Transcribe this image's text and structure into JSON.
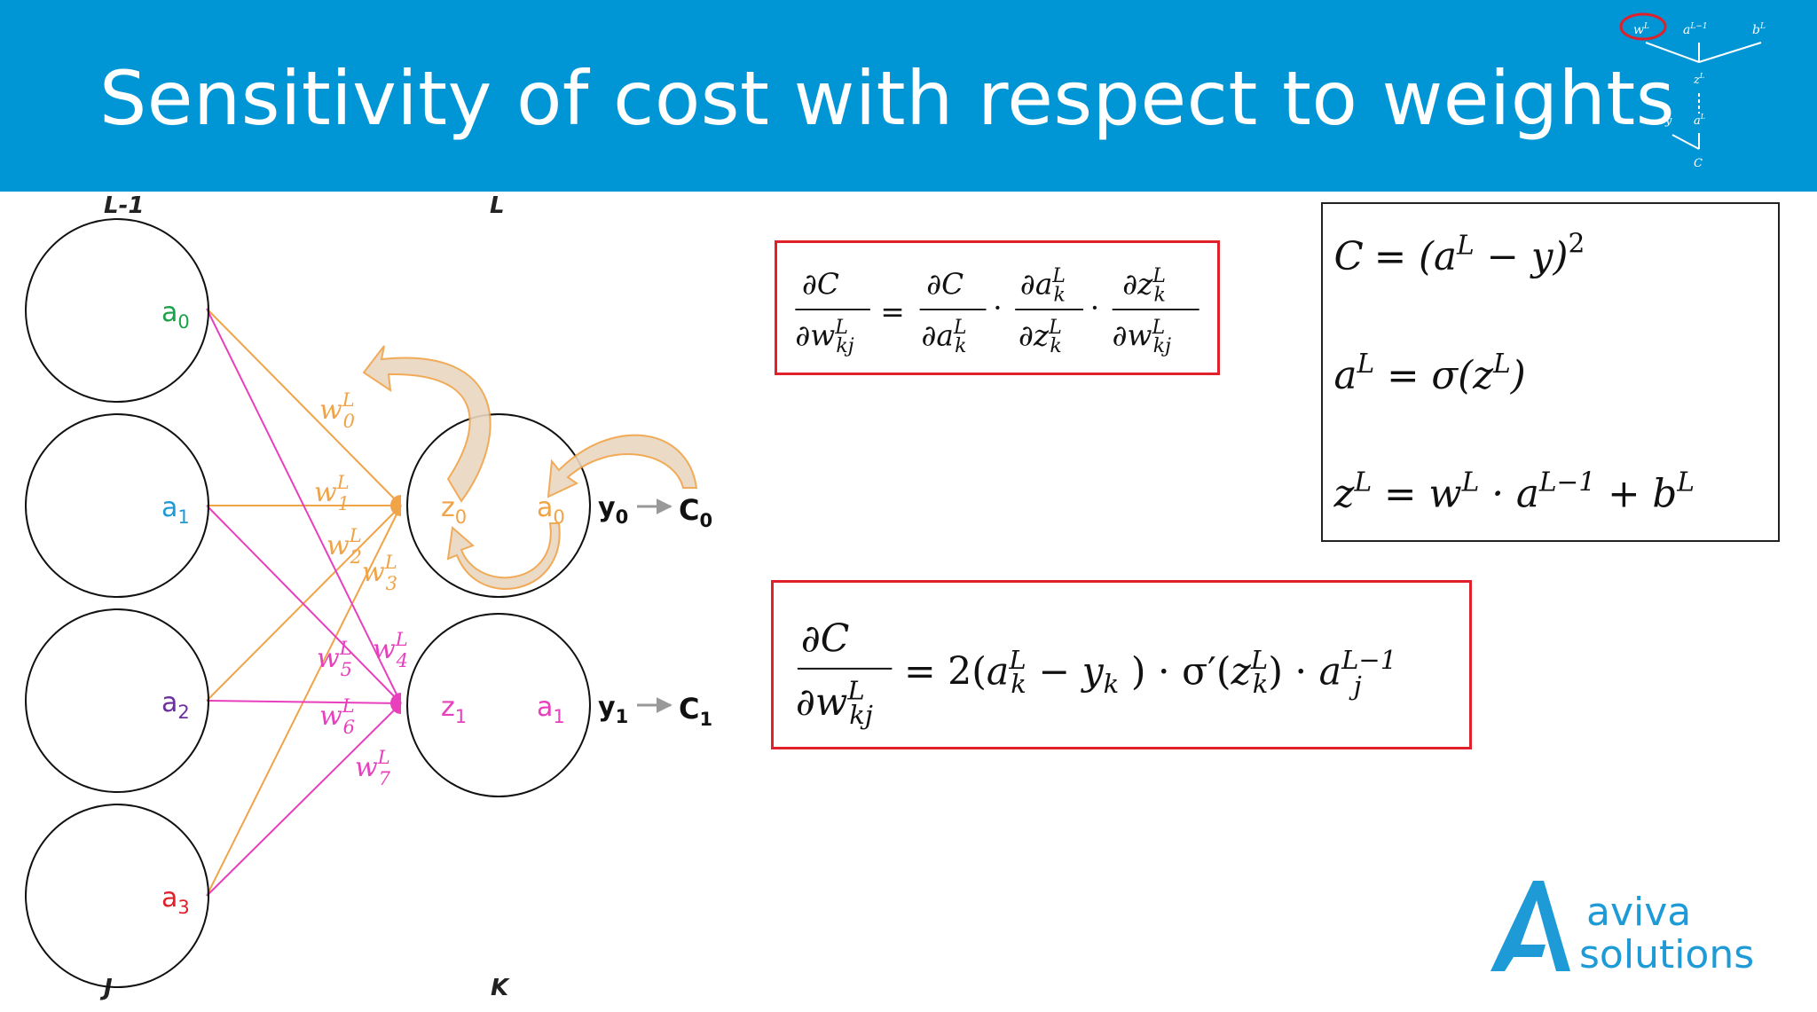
{
  "header": {
    "title": "Sensitivity of cost with respect to weights",
    "background_color": "#0096d6"
  },
  "mini_tree": {
    "w": "w",
    "w_sup": "L",
    "a_prev": "a",
    "a_prev_sup": "L−1",
    "b": "b",
    "b_sup": "L",
    "z": "z",
    "z_sup": "L",
    "y": "y",
    "a": "a",
    "a_sup": "L",
    "c": "C"
  },
  "diagram": {
    "layer_prev_label": "L-1",
    "layer_label": "L",
    "bottom_left_label": "J",
    "bottom_right_label": "K",
    "prev_neurons": [
      {
        "label": "a",
        "sub": "0",
        "color": "#1aa34a"
      },
      {
        "label": "a",
        "sub": "1",
        "color": "#1e9bd7"
      },
      {
        "label": "a",
        "sub": "2",
        "color": "#6b2fa0"
      },
      {
        "label": "a",
        "sub": "3",
        "color": "#e0202a"
      }
    ],
    "out_neurons": [
      {
        "z": "z",
        "z_sub": "0",
        "a": "a",
        "a_sub": "0",
        "y": "y",
        "y_sub": "0",
        "c": "C",
        "c_sub": "0",
        "color": "#f0a347"
      },
      {
        "z": "z",
        "z_sub": "1",
        "a": "a",
        "a_sub": "1",
        "y": "y",
        "y_sub": "1",
        "c": "C",
        "c_sub": "1",
        "color": "#e83fbd"
      }
    ],
    "weights": [
      {
        "w": "w",
        "sup": "L",
        "sub": "0",
        "color": "#f0a347"
      },
      {
        "w": "w",
        "sup": "L",
        "sub": "1",
        "color": "#f0a347"
      },
      {
        "w": "w",
        "sup": "L",
        "sub": "2",
        "color": "#f0a347"
      },
      {
        "w": "w",
        "sup": "L",
        "sub": "3",
        "color": "#f0a347"
      },
      {
        "w": "w",
        "sup": "L",
        "sub": "4",
        "color": "#e83fbd"
      },
      {
        "w": "w",
        "sup": "L",
        "sub": "5",
        "color": "#e83fbd"
      },
      {
        "w": "w",
        "sup": "L",
        "sub": "6",
        "color": "#e83fbd"
      },
      {
        "w": "w",
        "sup": "L",
        "sub": "7",
        "color": "#e83fbd"
      }
    ],
    "orange_color": "#f0a347",
    "pink_color": "#e83fbd"
  },
  "equations": {
    "chain": {
      "partial": "∂",
      "C": "C",
      "w": "w",
      "a": "a",
      "z": "z",
      "sup": "L",
      "sub_k": "k",
      "sub_kj": "kj",
      "equals": "=",
      "dot": "·"
    },
    "defs": {
      "cost_lhs": "C",
      "cost_rhs_open": "= (a",
      "cost_sup": "L",
      "cost_rhs_close": " − y)",
      "cost_exp": "2",
      "act_lhs": "a",
      "act_sup": "L",
      "act_rhs": " = σ(z",
      "act_rhs_sup": "L",
      "act_close": ")",
      "z_lhs": "z",
      "z_sup": "L",
      "z_rhs_w": " = w",
      "z_rhs_w_sup": "L",
      "z_rhs_dot": " · a",
      "z_rhs_a_sup": "L−1",
      "z_rhs_plus": " + b",
      "z_rhs_b_sup": "L"
    },
    "result": {
      "num": "∂C",
      "den_w": "∂w",
      "den_sup": "L",
      "den_sub": "kj",
      "equals": "= 2(",
      "a": "a",
      "a_sup": "L",
      "a_sub": "k",
      "minus": " − ",
      "y": "y",
      "y_sub": "k",
      "close": " ) · σ′(",
      "z": "z",
      "z_sup": "L",
      "z_sub": "k",
      "close2": ") · ",
      "a2": "a",
      "a2_sup": "L−1",
      "a2_sub": "j"
    }
  },
  "logo": {
    "line1": "aviva",
    "line2": "solutions",
    "color": "#1e9bd7"
  }
}
